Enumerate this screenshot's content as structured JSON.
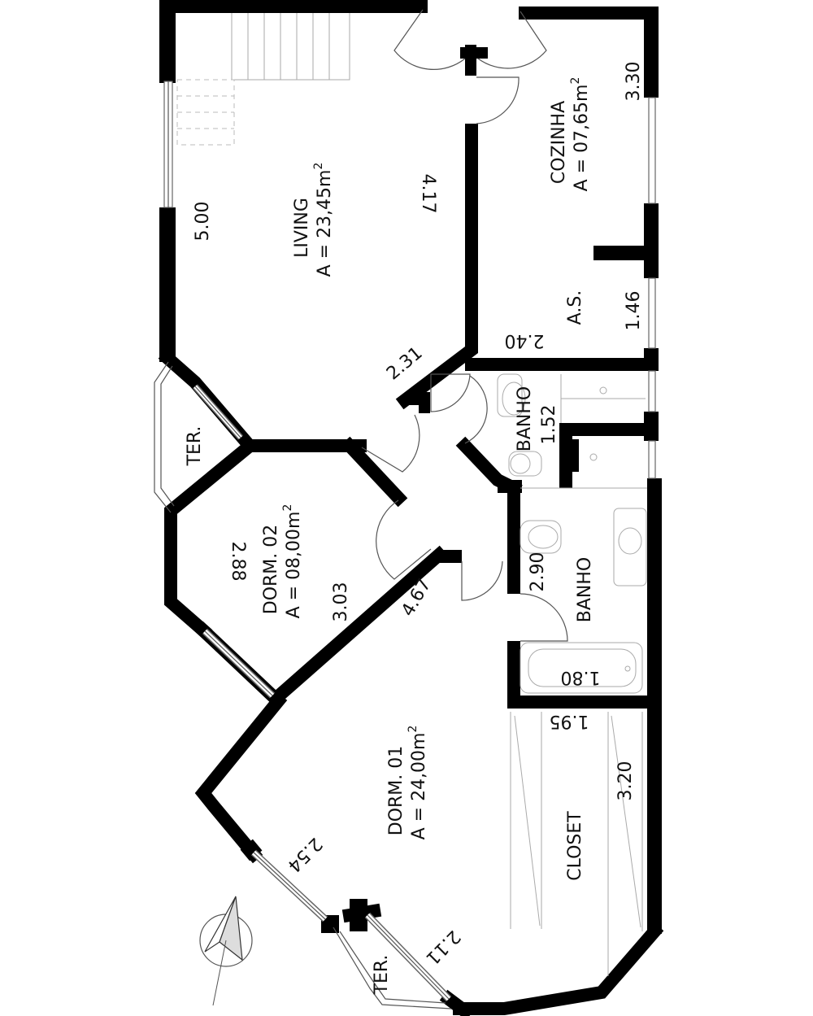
{
  "rooms": {
    "living": {
      "name": "LIVING",
      "area": "A = 23,45m",
      "sup": "2"
    },
    "cozinha": {
      "name": "COZINHA",
      "area": "A = 07,65m",
      "sup": "2"
    },
    "as": {
      "name": "A.S."
    },
    "banho1": {
      "name": "BANHO"
    },
    "banho2": {
      "name": "BANHO"
    },
    "ter1": {
      "name": "TER."
    },
    "ter2": {
      "name": "TER."
    },
    "dorm02": {
      "name": "DORM. 02",
      "area": "A = 08,00m",
      "sup": "2"
    },
    "dorm01": {
      "name": "DORM. 01",
      "area": "A = 24,00m",
      "sup": "2"
    },
    "closet": {
      "name": "CLOSET"
    }
  },
  "dimensions": {
    "living_width": "5.00",
    "living_depth": "4.17",
    "cozinha_width": "3.30",
    "as_width": "1.46",
    "as_depth": "2.40",
    "hall_diag": "2.31",
    "banho1_width": "1.52",
    "dorm02_a": "2.88",
    "dorm02_b": "3.03",
    "dorm01_diag": "4.67",
    "banho2_width": "2.90",
    "banho2_depth": "1.80",
    "closet_depth": "1.95",
    "closet_width": "3.20",
    "dorm01_win1": "2.54",
    "dorm01_win2": "2.11"
  }
}
